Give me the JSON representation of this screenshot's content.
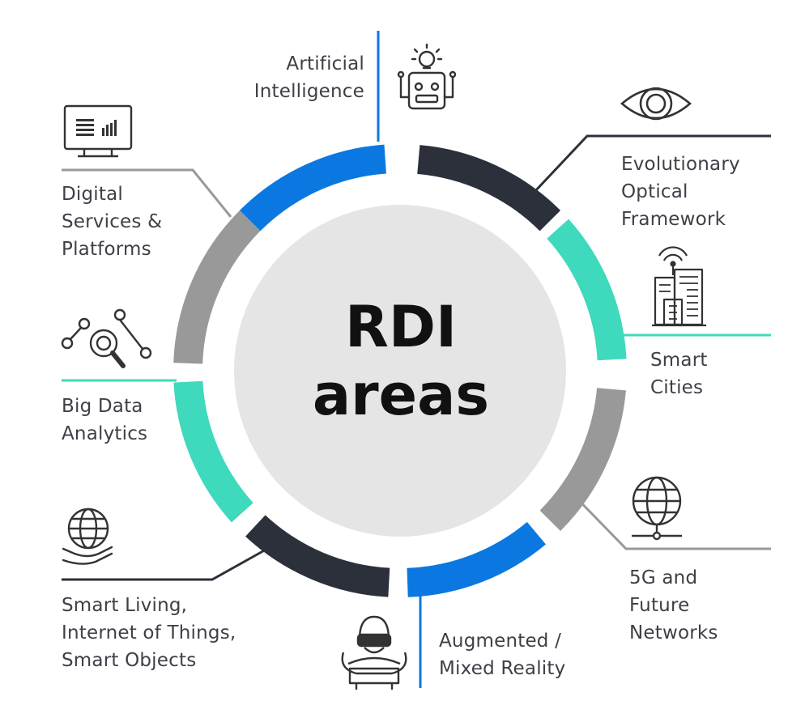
{
  "center": {
    "title": "RDI\nareas"
  },
  "areas": [
    {
      "label": "Artificial\nIntelligence",
      "icon": "robot-lightbulb-icon",
      "color": "#0a78e0"
    },
    {
      "label": "Evolutionary\nOptical\nFramework",
      "icon": "eye-icon",
      "color": "#2b303a"
    },
    {
      "label": "Smart\nCities",
      "icon": "smart-city-buildings-icon",
      "color": "#3fd9bd"
    },
    {
      "label": "5G and\nFuture\nNetworks",
      "icon": "network-globe-icon",
      "color": "#999999"
    },
    {
      "label": "Augmented /\nMixed Reality",
      "icon": "vr-headset-person-icon",
      "color": "#0a78e0"
    },
    {
      "label": "Smart Living,\nInternet of Things,\nSmart Objects",
      "icon": "globe-in-hand-icon",
      "color": "#2b303a"
    },
    {
      "label": "Big Data\nAnalytics",
      "icon": "data-analytics-magnifier-icon",
      "color": "#3fd9bd"
    },
    {
      "label": "Digital\nServices &\nPlatforms",
      "icon": "monitor-dashboard-icon",
      "color": "#999999"
    }
  ]
}
